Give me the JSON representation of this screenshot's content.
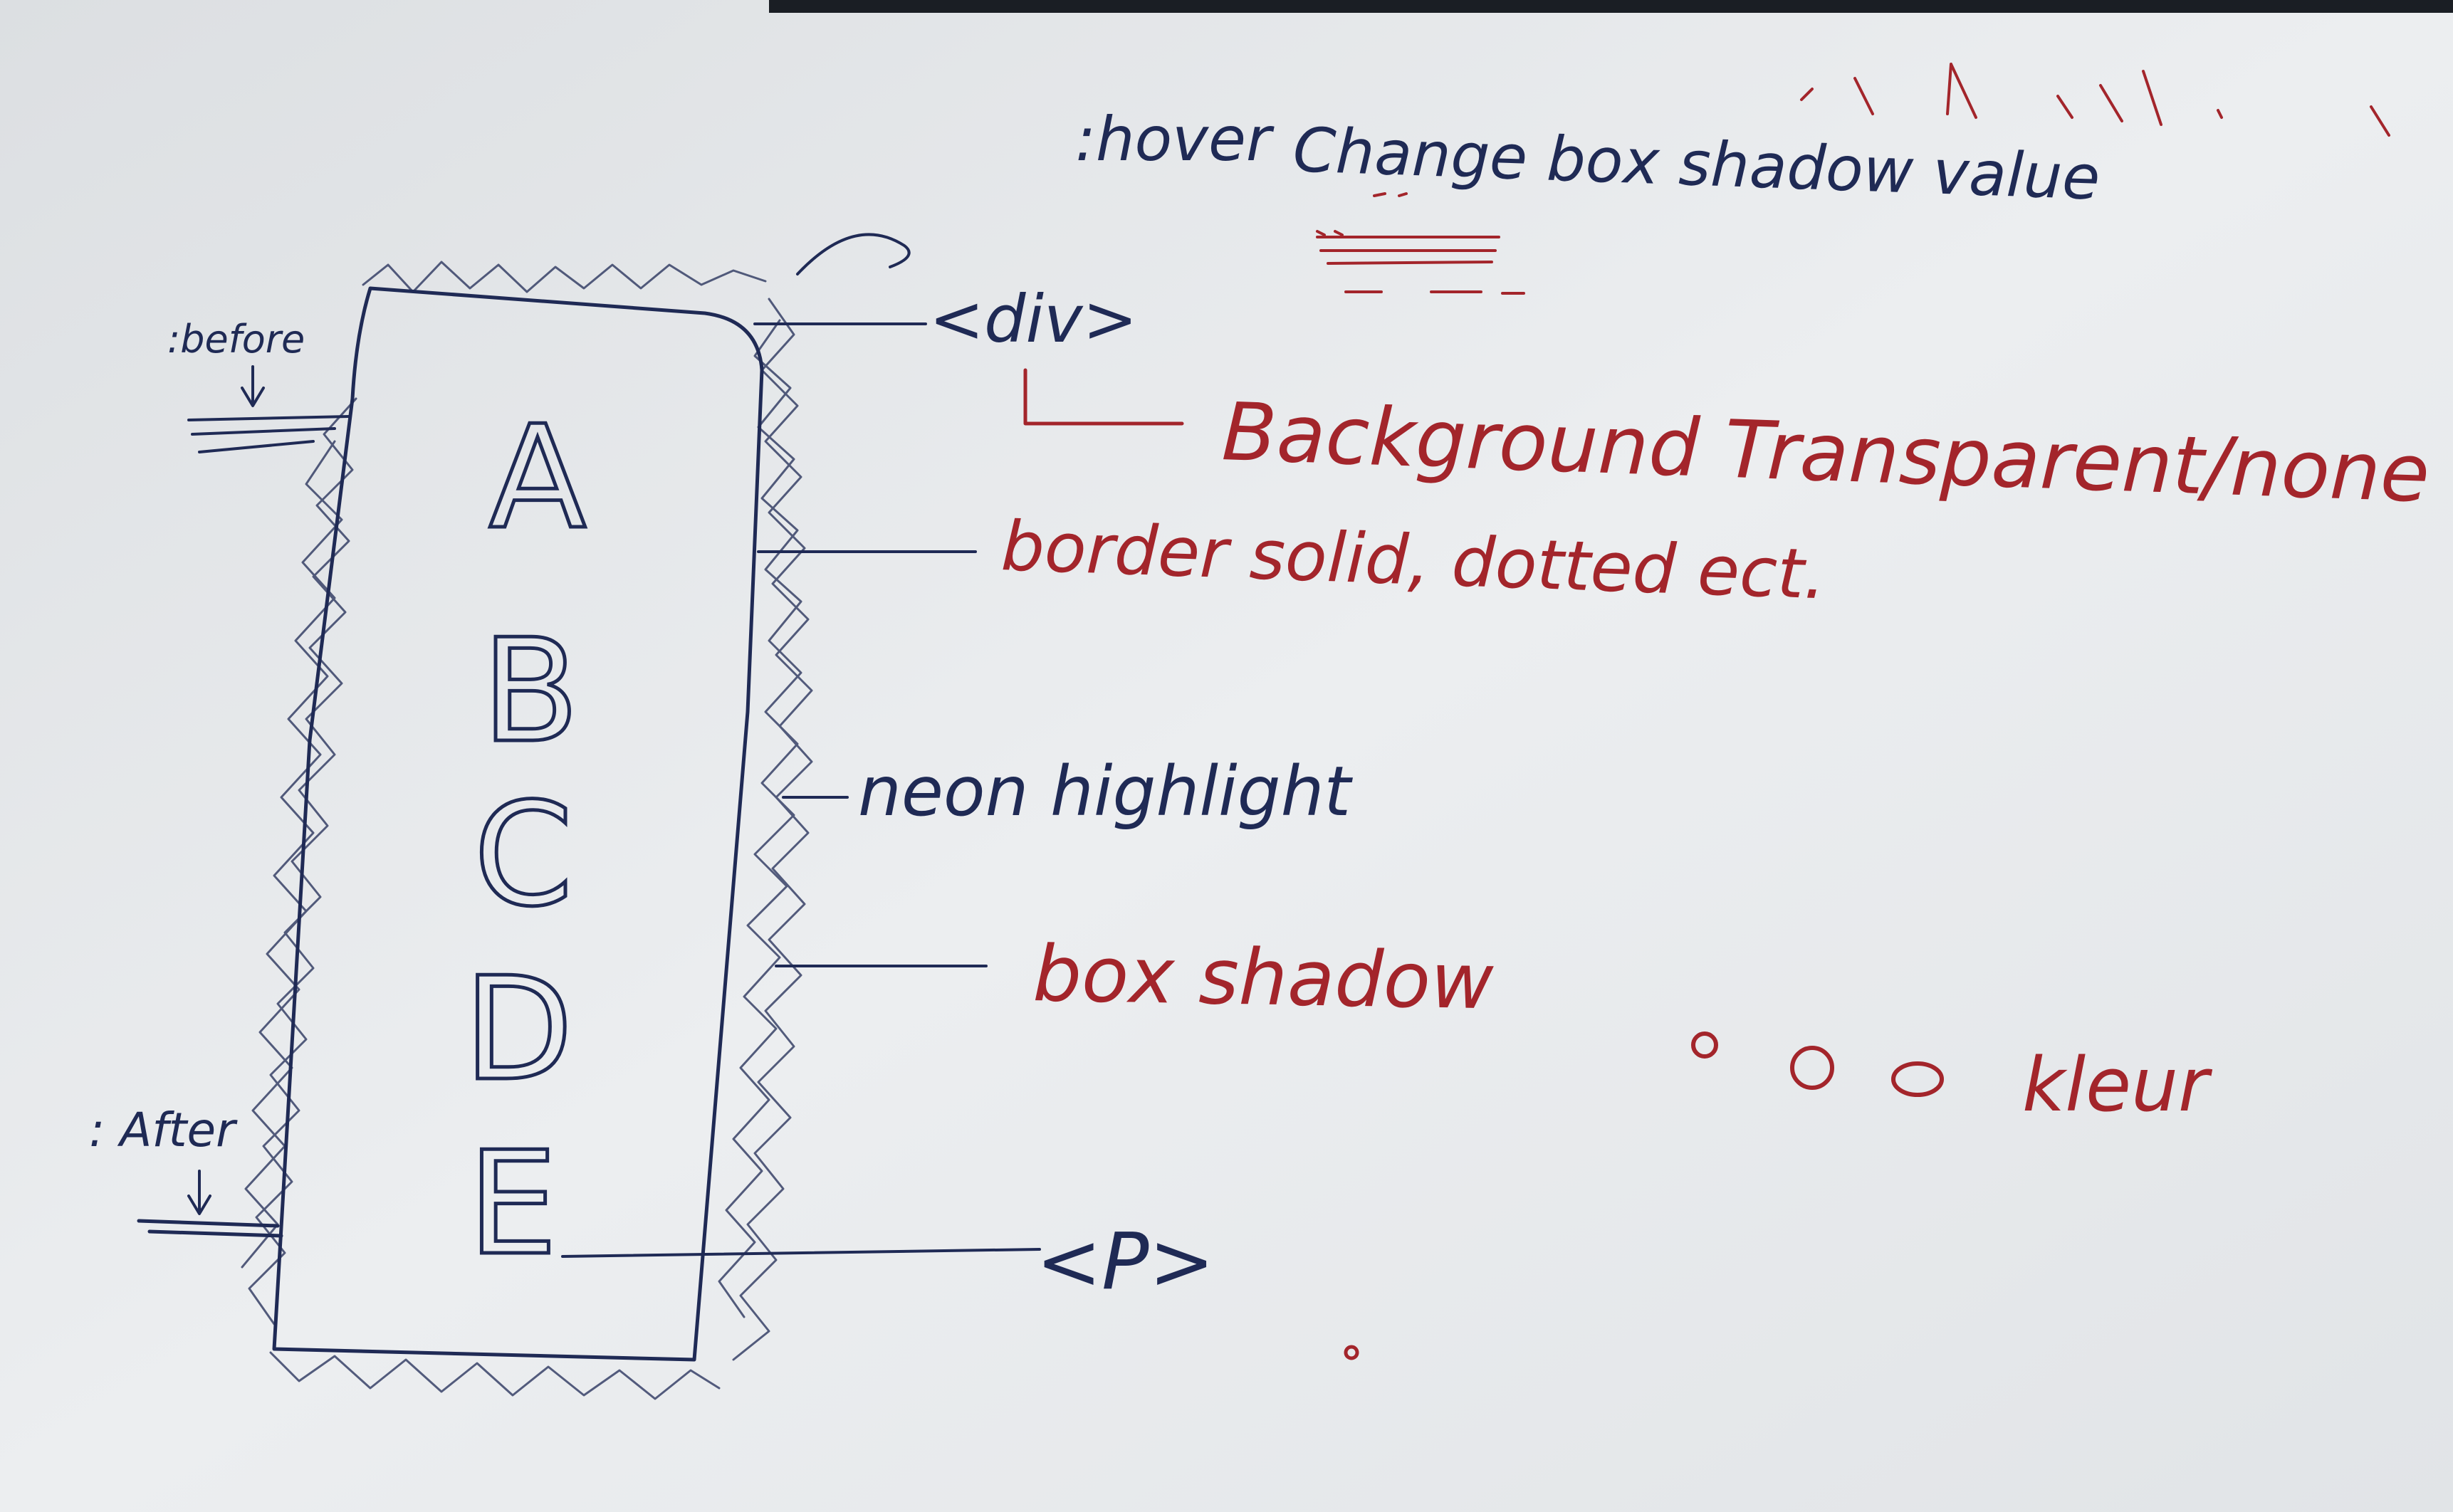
{
  "colors": {
    "blue_ink": "#1f2a55",
    "red_ink": "#a3252b",
    "board": "#e6e8ea",
    "top_edge": "#1a1e24"
  },
  "labels": {
    "hover": ":hover",
    "hover_note": "Change box shadow value",
    "div_tag": "<div>",
    "background_note": "Background Transparent/none",
    "border_note": "border solid, dotted ect.",
    "neon": "neon highlight",
    "box_shadow": "box shadow",
    "p_tag": "<P>",
    "before": ":before",
    "after": ": After",
    "kleur": "kleur"
  },
  "letters": [
    "A",
    "B",
    "C",
    "D",
    "E"
  ]
}
